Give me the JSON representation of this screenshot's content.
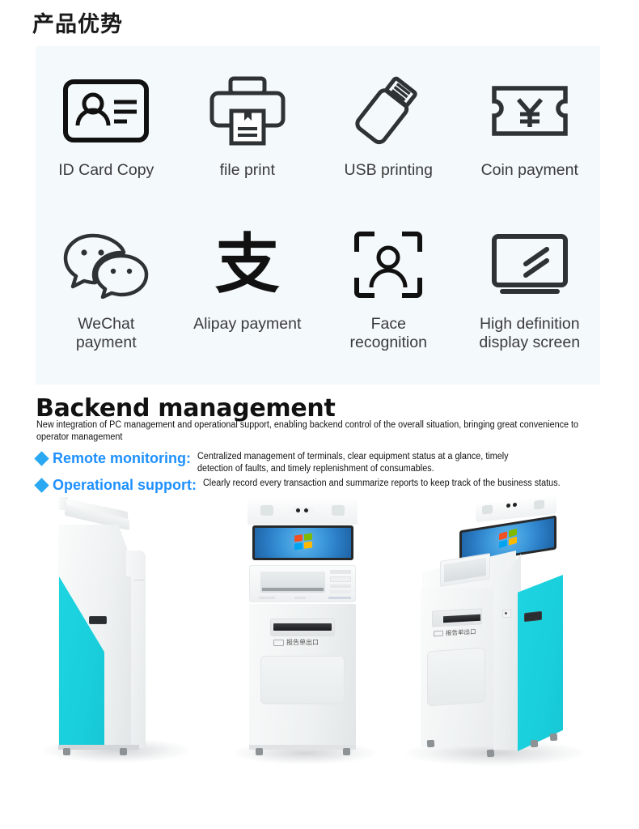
{
  "section": {
    "title": "产品优势"
  },
  "features": {
    "rows": [
      [
        {
          "icon": "id-card-icon",
          "label": "ID Card Copy"
        },
        {
          "icon": "printer-icon",
          "label": "file print"
        },
        {
          "icon": "usb-drive-icon",
          "label": "USB printing"
        },
        {
          "icon": "coin-ticket-yen-icon",
          "label": "Coin payment"
        }
      ],
      [
        {
          "icon": "wechat-icon",
          "label": "WeChat\npayment"
        },
        {
          "icon": "alipay-icon",
          "label": "Alipay payment",
          "glyph": "支"
        },
        {
          "icon": "face-recognition-icon",
          "label": "Face\nrecognition"
        },
        {
          "icon": "hd-display-icon",
          "label": "High definition\ndisplay screen"
        }
      ]
    ]
  },
  "backend": {
    "title": "Backend management",
    "description": "New integration of PC management and operational support, enabling backend control of the overall situation, bringing great convenience to operator management",
    "bullets": [
      {
        "heading": "Remote monitoring:",
        "text": "Centralized management of terminals, clear equipment status at a glance, timely detection of faults, and timely replenishment of consumables."
      },
      {
        "heading": "Operational support:",
        "text": "Clearly record every transaction and summarize reports to keep track of the business status."
      }
    ]
  },
  "kiosks": {
    "items": [
      {
        "name": "kiosk-side-view",
        "caption": ""
      },
      {
        "name": "kiosk-front-view",
        "caption": "报告单出口"
      },
      {
        "name": "kiosk-angle-view",
        "caption": "报告单出口"
      }
    ]
  },
  "colors": {
    "panel_background": "#f4f9fc",
    "accent_cyan": "#1ed4e0",
    "accent_blue": "#1e90ff",
    "bullet_diamond": "#2aa8f2",
    "icon_stroke": "#2f3234",
    "text_dark": "#111111",
    "label_gray": "#3b3b3b"
  }
}
